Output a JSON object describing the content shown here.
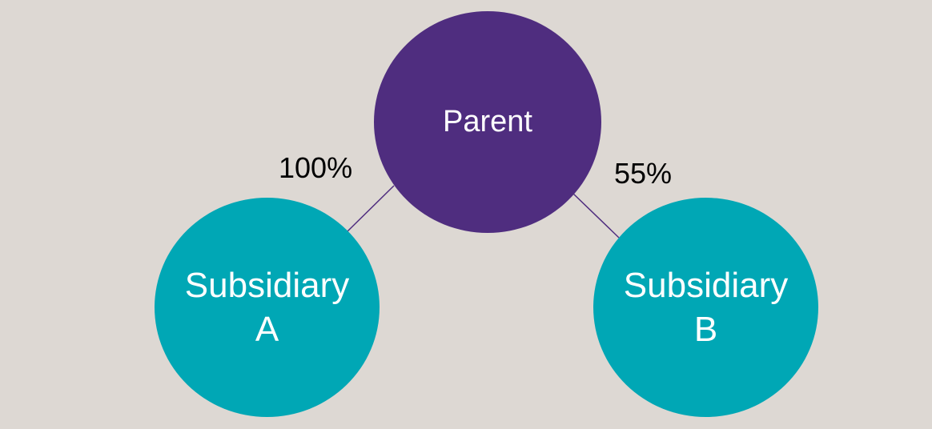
{
  "colors": {
    "background": "#ddd8d3",
    "parent": "#4f2d7f",
    "subsidiary": "#00a7b5",
    "connector": "#4f2d7f",
    "node_text": "#ffffff",
    "label_text": "#000000"
  },
  "nodes": {
    "parent": {
      "label": "Parent"
    },
    "subsidiary_a": {
      "label": "Subsidiary\nA"
    },
    "subsidiary_b": {
      "label": "Subsidiary\nB"
    }
  },
  "ownership": {
    "subsidiary_a": "100%",
    "subsidiary_b": "55%"
  }
}
